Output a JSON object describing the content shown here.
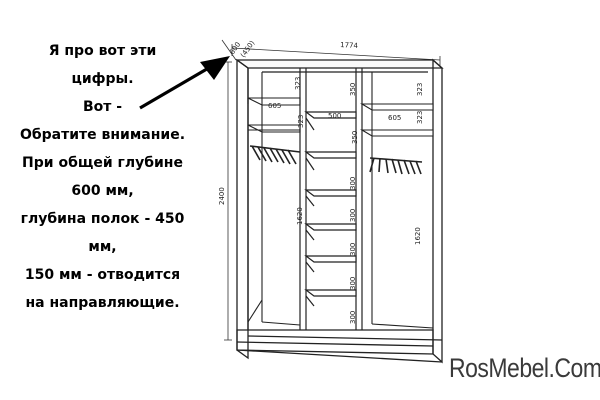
{
  "annotation": {
    "lines": [
      "Я про вот эти",
      "цифры.",
      "Вот -",
      "Обратите внимание.",
      "При общей глубине",
      "600 мм,",
      "глубина полок - 450",
      "мм,",
      "150 мм - отводится",
      "на направляющие."
    ]
  },
  "diagram": {
    "overall_width": "1774",
    "overall_depth": "600",
    "shelf_depth": "(450)",
    "overall_height": "2400",
    "left_shelf_gap": "323",
    "left_shelf_gap_2": "323",
    "left_shelf_width": "605",
    "left_hanging_height": "1620",
    "center_top_gap": "350",
    "center_gap_2": "350",
    "center_width": "500",
    "center_shelf_gaps": [
      "300",
      "300",
      "300",
      "300",
      "300"
    ],
    "right_shelf_gap": "323",
    "right_shelf_gap_2": "323",
    "right_shelf_width": "605",
    "right_hanging_height": "1620"
  },
  "logo": {
    "text": "RosMebel.Com"
  }
}
